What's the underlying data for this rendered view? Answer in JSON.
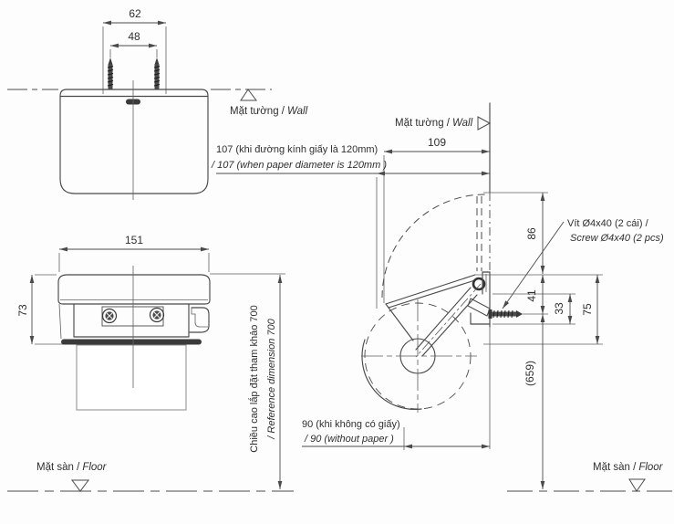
{
  "labels": {
    "wall": {
      "vn": "Mặt tường /",
      "en": "Wall"
    },
    "floor": {
      "vn": "Mặt sàn /",
      "en": "Floor"
    }
  },
  "notes": {
    "paper107": {
      "vn": "107 (khi đường kính giấy là 120mm)",
      "en": "/ 107 (when  paper diameter is 120mm )"
    },
    "noPaper90": {
      "vn": "90 (khi không có giấy)",
      "en": "/ 90 (without paper )"
    },
    "screw": {
      "vn": "Vít Ø4x40 (2 cái) /",
      "en": "Screw Ø4x40 (2 pcs)"
    },
    "refHeight": {
      "vn": "Chiều cao lắp đặt tham khảo 700",
      "en": "/ Reference dimension 700"
    }
  },
  "dims": {
    "d62": "62",
    "d48": "48",
    "d151": "151",
    "d73": "73",
    "d109": "109",
    "d86": "86",
    "d41": "41",
    "d33": "33",
    "d75": "75",
    "d659": "(659)"
  }
}
